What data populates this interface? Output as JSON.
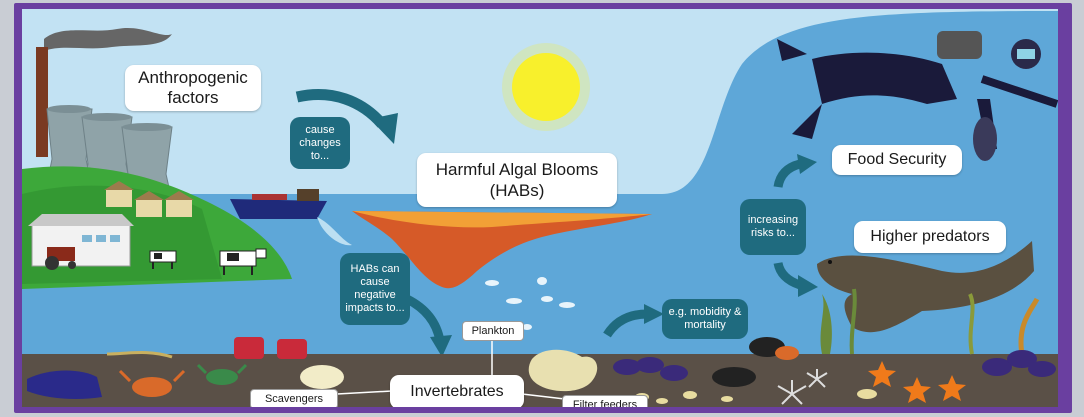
{
  "labels": {
    "anthropogenic": "Anthropogenic factors",
    "cause_changes": "cause changes to...",
    "habs": "Harmful Algal Blooms (HABs)",
    "habs_impacts": "HABs can cause negative impacts to...",
    "plankton": "Plankton",
    "invertebrates": "Invertebrates",
    "scavengers": "Scavengers",
    "filter_feeders": "Filter feeders",
    "mobidity": "e.g. mobidity & mortality",
    "increasing_risks": "increasing risks to...",
    "food_security": "Food Security",
    "higher_predators": "Higher predators"
  },
  "colors": {
    "frame": "#6a3fa0",
    "sky": "#bfe0f2",
    "sea": "#5ba4d6",
    "seabed": "#5c5248",
    "land": "#3aa33a",
    "arrow": "#1f6b7f",
    "sun": "#f7ee2a",
    "bloom": "#d8572a"
  }
}
